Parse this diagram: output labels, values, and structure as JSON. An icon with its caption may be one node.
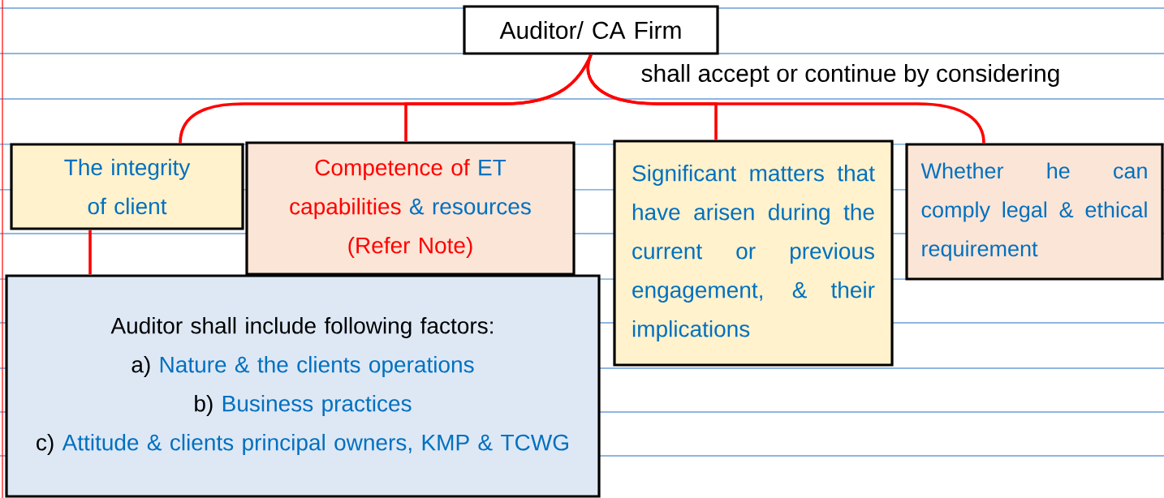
{
  "diagram": {
    "nodes": [
      {
        "text": [
          "Auditor/ CA Firm"
        ]
      },
      {
        "text": [
          "The integrity of client"
        ]
      },
      {
        "text": [
          "Competence of",
          "ET",
          "capabilities",
          "& resources",
          "(Refer Note)"
        ]
      },
      {
        "text": [
          "Significant matters that have arisen during the current or previous engagement, & their implications"
        ]
      },
      {
        "text": [
          "Whether he can comply legal & ethical requirement"
        ]
      },
      {
        "text": [
          "Auditor shall include following factors:",
          "a)",
          "Nature & the clients operations",
          "b)",
          "Business practices",
          "c)",
          "Attitude & clients principal owners, KMP & TCWG"
        ]
      }
    ],
    "edges": [
      {
        "from": 0,
        "to": 1,
        "arrow": "none"
      },
      {
        "from": 0,
        "to": 2,
        "arrow": "none"
      },
      {
        "from": 0,
        "to": 3,
        "arrow": "none"
      },
      {
        "from": 0,
        "to": 4,
        "arrow": "none"
      },
      {
        "from": 1,
        "to": 5,
        "arrow": "none"
      }
    ],
    "labels": [
      "shall accept or continue by considering"
    ]
  }
}
